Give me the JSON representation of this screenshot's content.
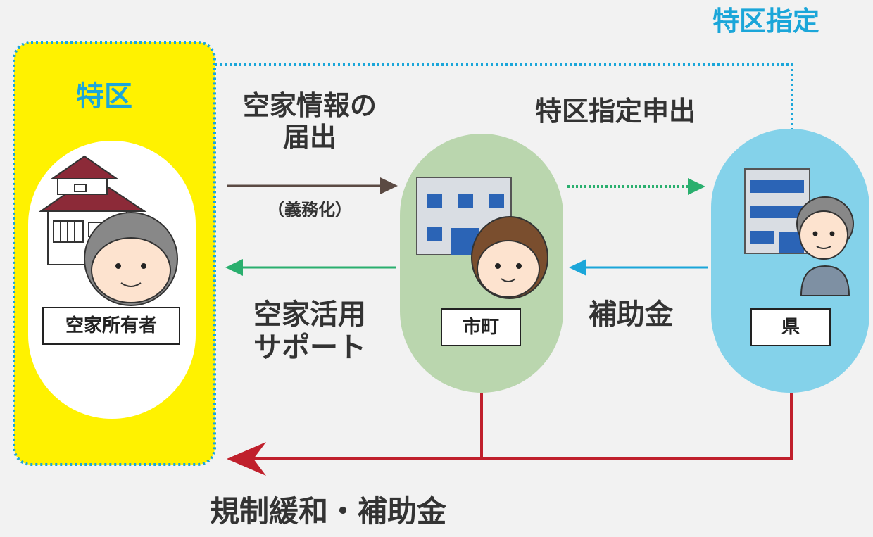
{
  "zone_label": "特区",
  "designation_label": "特区指定",
  "owner_label": "空家所有者",
  "city_label": "市町",
  "prefecture_label": "県",
  "report_label": "空家情報の\n届出",
  "mandatory_label": "（義務化）",
  "application_label": "特区指定申出",
  "support_label": "空家活用\nサポート",
  "subsidy_label": "補助金",
  "deregulation_label": "規制緩和・補助金",
  "colors": {
    "zone_fill": "#fff200",
    "designation_text": "#1ba6d9",
    "zone_text": "#1ba6d9",
    "city_fill": "#bad6ae",
    "prefecture_fill": "#84d2ea",
    "report_arrow": "#5b4a43",
    "support_arrow": "#2aaf6e",
    "application_arrow": "#2aaf6e",
    "subsidy_arrow": "#1ba6d9",
    "deregulation_arrow": "#c0202c",
    "dotted_line": "#1ba6d9"
  }
}
